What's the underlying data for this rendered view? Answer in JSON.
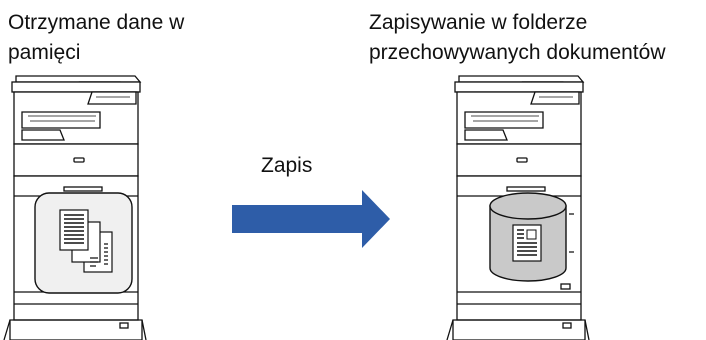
{
  "source_label": {
    "line1": "Otrzymane dane w",
    "line2": "pamięci"
  },
  "destination_label": {
    "line1": "Zapisywanie w folderze",
    "line2": "przechowywanych dokumentów"
  },
  "action_label": "Zapis",
  "colors": {
    "arrow": "#2e5da8",
    "outline": "#111111",
    "panel_fill": "#f0f0f0",
    "cylinder_fill": "#c9c9c9"
  },
  "icons": {
    "source_printer": "printer-icon",
    "destination_printer": "printer-icon",
    "documents": "documents-icon",
    "storage": "storage-cylinder-icon",
    "arrow": "arrow-right-icon"
  }
}
